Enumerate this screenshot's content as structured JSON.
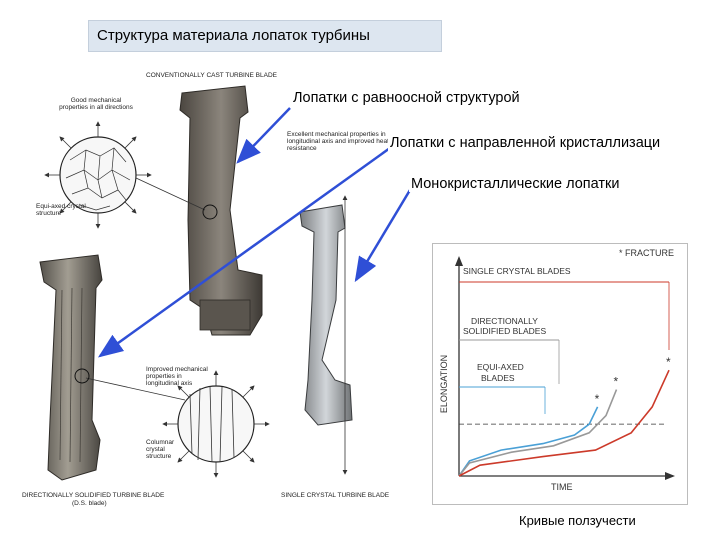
{
  "title": "Структура материала лопаток турбины",
  "labels": {
    "equiaxed": "Лопатки с равноосной структурой",
    "directional": "Лопатки с направленной кристаллизаци",
    "single": "Монокристаллические лопатки"
  },
  "figure": {
    "conventional_caption": "CONVENTIONALLY CAST TURBINE BLADE",
    "good_props": "Good mechanical properties in all directions",
    "equiaxed_structure": "Equi-axed crystal structure",
    "excellent_props": "Excellent mechanical properties in longitudinal axis and improved heat resistance",
    "improved_props": "Improved mechanical properties in longitudinal axis",
    "columnar_structure": "Columnar crystal structure",
    "ds_caption": "DIRECTIONALLY SOLIDIFIED TURBINE BLADE",
    "ds_sub": "(D.S. blade)",
    "sc_caption": "SINGLE CRYSTAL TURBINE BLADE"
  },
  "chart_data": {
    "type": "line",
    "xlabel": "TIME",
    "ylabel": "ELONGATION",
    "legend": "* FRACTURE",
    "annotations": [
      "SINGLE CRYSTAL BLADES",
      "DIRECTIONALLY SOLIDIFIED BLADES",
      "EQUI-AXED BLADES"
    ],
    "series": [
      {
        "color": "#4aa0d6",
        "x": [
          0,
          0.05,
          0.2,
          0.4,
          0.55,
          0.62,
          0.66
        ],
        "y": [
          0,
          0.07,
          0.12,
          0.15,
          0.19,
          0.24,
          0.32
        ]
      },
      {
        "color": "#999999",
        "x": [
          0,
          0.05,
          0.25,
          0.45,
          0.62,
          0.7,
          0.75
        ],
        "y": [
          0,
          0.06,
          0.11,
          0.14,
          0.2,
          0.28,
          0.4
        ]
      },
      {
        "color": "#cc3a2a",
        "x": [
          0,
          0.1,
          0.4,
          0.65,
          0.82,
          0.92,
          1.0
        ],
        "y": [
          0,
          0.05,
          0.09,
          0.12,
          0.2,
          0.32,
          0.49
        ]
      }
    ],
    "fracture_marker": "*",
    "threshold_line": 0.24,
    "colors": {
      "arrow": "#2f4fd6",
      "single": "#cc3a2a",
      "ds": "#999999",
      "equiaxed": "#4aa0d6"
    }
  },
  "bottom_caption": "Кривые ползучести"
}
